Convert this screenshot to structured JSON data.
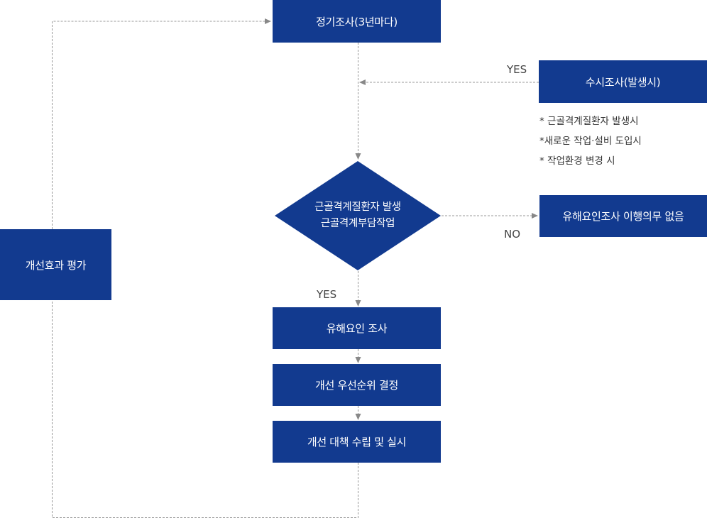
{
  "nodes": {
    "periodic": "정기조사(3년마다)",
    "adhoc": "수시조사(발생시)",
    "decision_line1": "근골격계질환자 발생",
    "decision_line2": "근골격계부담작업",
    "no_obligation": "유해요인조사 이행의무 없음",
    "investigation": "유해요인 조사",
    "priority": "개선 우선순위 결정",
    "measures": "개선 대책 수립 및 실시",
    "evaluation": "개선효과 평가"
  },
  "labels": {
    "yes_adhoc": "YES",
    "no": "NO",
    "yes_decision": "YES"
  },
  "adhoc_notes": [
    "* 근골격계질환자 발생시",
    "*새로운 작업·설비 도입시",
    "* 작업환경 변경 시"
  ],
  "colors": {
    "box": "#123a8f",
    "connector": "#999999",
    "arrowhead": "#888888"
  }
}
